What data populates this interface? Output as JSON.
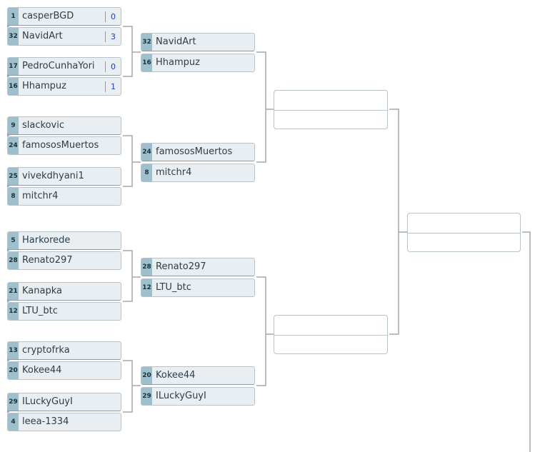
{
  "bracket": {
    "round1": [
      {
        "players": [
          {
            "seed": "1",
            "name": "casperBGD",
            "score": "0"
          },
          {
            "seed": "32",
            "name": "NavidArt",
            "score": "3"
          }
        ]
      },
      {
        "players": [
          {
            "seed": "17",
            "name": "PedroCunhaYori",
            "score": "0"
          },
          {
            "seed": "16",
            "name": "Hhampuz",
            "score": "1"
          }
        ]
      },
      {
        "players": [
          {
            "seed": "9",
            "name": "slackovic",
            "score": ""
          },
          {
            "seed": "24",
            "name": "famososMuertos",
            "score": ""
          }
        ]
      },
      {
        "players": [
          {
            "seed": "25",
            "name": "vivekdhyani1",
            "score": ""
          },
          {
            "seed": "8",
            "name": "mitchr4",
            "score": ""
          }
        ]
      },
      {
        "players": [
          {
            "seed": "5",
            "name": "Harkorede",
            "score": ""
          },
          {
            "seed": "28",
            "name": "Renato297",
            "score": ""
          }
        ]
      },
      {
        "players": [
          {
            "seed": "21",
            "name": "Kanapka",
            "score": ""
          },
          {
            "seed": "12",
            "name": "LTU_btc",
            "score": ""
          }
        ]
      },
      {
        "players": [
          {
            "seed": "13",
            "name": "cryptofrka",
            "score": ""
          },
          {
            "seed": "20",
            "name": "Kokee44",
            "score": ""
          }
        ]
      },
      {
        "players": [
          {
            "seed": "29",
            "name": "ILuckyGuyI",
            "score": ""
          },
          {
            "seed": "4",
            "name": "leea-1334",
            "score": ""
          }
        ]
      }
    ],
    "round2": [
      {
        "players": [
          {
            "seed": "32",
            "name": "NavidArt"
          },
          {
            "seed": "16",
            "name": "Hhampuz"
          }
        ]
      },
      {
        "players": [
          {
            "seed": "24",
            "name": "famososMuertos"
          },
          {
            "seed": "8",
            "name": "mitchr4"
          }
        ]
      },
      {
        "players": [
          {
            "seed": "28",
            "name": "Renato297"
          },
          {
            "seed": "12",
            "name": "LTU_btc"
          }
        ]
      },
      {
        "players": [
          {
            "seed": "20",
            "name": "Kokee44"
          },
          {
            "seed": "29",
            "name": "ILuckyGuyI"
          }
        ]
      }
    ]
  },
  "colors": {
    "seed_bg": "#9dc0cc",
    "slot_bg": "#e9eef2",
    "border": "#b9c3ca",
    "line": "#a3a9ad",
    "score_text": "#1d3fb0"
  }
}
